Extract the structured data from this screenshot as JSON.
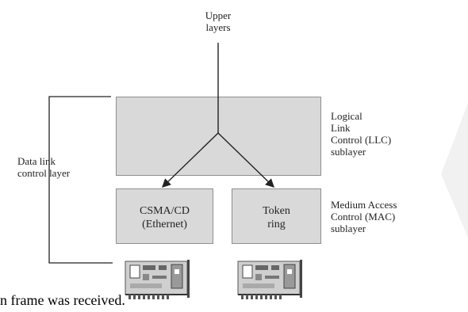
{
  "labels": {
    "upper_layers": [
      "Upper",
      "layers"
    ],
    "data_link_control_layer": [
      "Data link",
      "control layer"
    ],
    "llc_sublayer": [
      "Logical",
      "Link",
      "Control (LLC)",
      "sublayer"
    ],
    "mac_sublayer": [
      "Medium Access",
      "Control (MAC)",
      "sublayer"
    ]
  },
  "boxes": {
    "llc": {
      "label": ""
    },
    "csma_cd": {
      "lines": [
        "CSMA/CD",
        "(Ethernet)"
      ]
    },
    "token_ring": {
      "lines": [
        "Token",
        "ring"
      ]
    }
  },
  "caption": "n frame was received.",
  "colors": {
    "box_fill": "#d9d9d9",
    "box_border": "#8f8f8f",
    "line": "#222222"
  },
  "icons": [
    "network-card-icon",
    "network-card-icon"
  ]
}
